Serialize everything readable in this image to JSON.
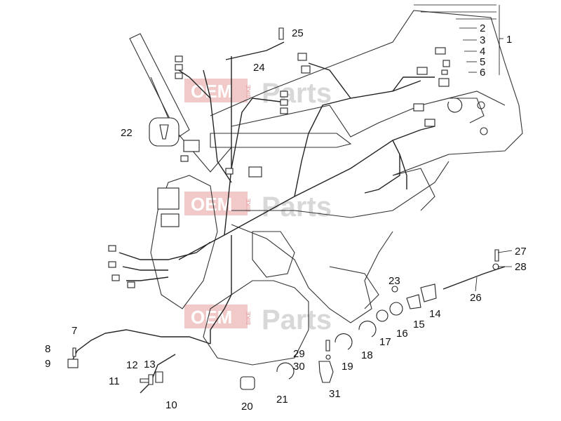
{
  "watermark": {
    "left": "OEM",
    "middle": "BIKE",
    "right": "Parts"
  },
  "callouts": [
    {
      "id": "1",
      "label": "1"
    },
    {
      "id": "2",
      "label": "2"
    },
    {
      "id": "3",
      "label": "3"
    },
    {
      "id": "4",
      "label": "4"
    },
    {
      "id": "5",
      "label": "5"
    },
    {
      "id": "6",
      "label": "6"
    },
    {
      "id": "7",
      "label": "7"
    },
    {
      "id": "8",
      "label": "8"
    },
    {
      "id": "9",
      "label": "9"
    },
    {
      "id": "10",
      "label": "10"
    },
    {
      "id": "11",
      "label": "11"
    },
    {
      "id": "12",
      "label": "12"
    },
    {
      "id": "13",
      "label": "13"
    },
    {
      "id": "14",
      "label": "14"
    },
    {
      "id": "15",
      "label": "15"
    },
    {
      "id": "16",
      "label": "16"
    },
    {
      "id": "17",
      "label": "17"
    },
    {
      "id": "18",
      "label": "18"
    },
    {
      "id": "19",
      "label": "19"
    },
    {
      "id": "20",
      "label": "20"
    },
    {
      "id": "21",
      "label": "21"
    },
    {
      "id": "22",
      "label": "22"
    },
    {
      "id": "23",
      "label": "23"
    },
    {
      "id": "24",
      "label": "24"
    },
    {
      "id": "25",
      "label": "25"
    },
    {
      "id": "26",
      "label": "26"
    },
    {
      "id": "27",
      "label": "27"
    },
    {
      "id": "28",
      "label": "28"
    },
    {
      "id": "29",
      "label": "29"
    },
    {
      "id": "30",
      "label": "30"
    },
    {
      "id": "31",
      "label": "31"
    }
  ]
}
